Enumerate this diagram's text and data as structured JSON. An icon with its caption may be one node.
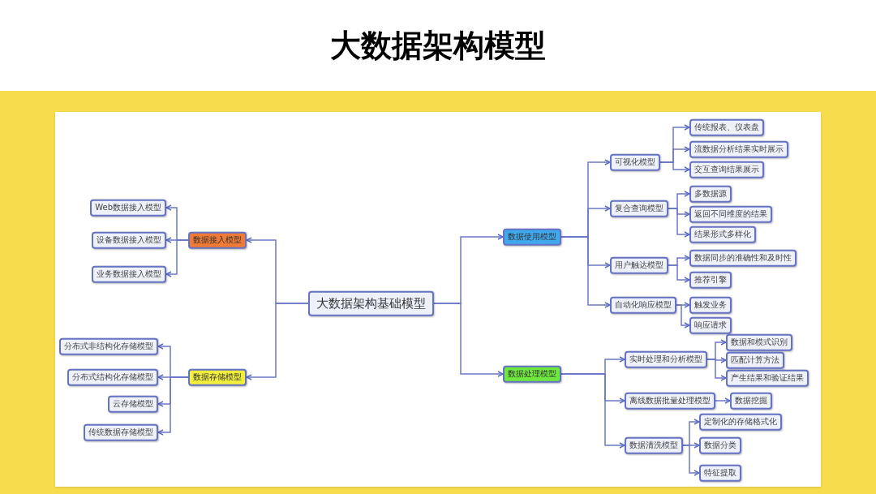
{
  "diagram": {
    "title": "大数据架构模型",
    "nodes": [
      {
        "text": [
          "大数据架构基础模型"
        ]
      },
      {
        "text": [
          "数据接入模型"
        ]
      },
      {
        "text": [
          "Web数据接入模型"
        ]
      },
      {
        "text": [
          "设备数据接入模型"
        ]
      },
      {
        "text": [
          "业务数据接入模型"
        ]
      },
      {
        "text": [
          "数据存储模型"
        ]
      },
      {
        "text": [
          "分布式非结构化存储模型"
        ]
      },
      {
        "text": [
          "分布式结构化存储模型"
        ]
      },
      {
        "text": [
          "云存储模型"
        ]
      },
      {
        "text": [
          "传统数据存储模型"
        ]
      },
      {
        "text": [
          "数据使用模型"
        ]
      },
      {
        "text": [
          "可视化模型"
        ]
      },
      {
        "text": [
          "传统报表、仪表盘"
        ]
      },
      {
        "text": [
          "流数据分析结果实时展示"
        ]
      },
      {
        "text": [
          "交互查询结果展示"
        ]
      },
      {
        "text": [
          "复合查询模型"
        ]
      },
      {
        "text": [
          "多数据源"
        ]
      },
      {
        "text": [
          "返回不同维度的结果"
        ]
      },
      {
        "text": [
          "结果形式多样化"
        ]
      },
      {
        "text": [
          "用户触达模型"
        ]
      },
      {
        "text": [
          "数据同步的准确性和及时性"
        ]
      },
      {
        "text": [
          "推荐引擎"
        ]
      },
      {
        "text": [
          "自动化响应模型"
        ]
      },
      {
        "text": [
          "触发业务"
        ]
      },
      {
        "text": [
          "响应请求"
        ]
      },
      {
        "text": [
          "数据处理模型"
        ]
      },
      {
        "text": [
          "实时处理和分析模型"
        ]
      },
      {
        "text": [
          "数据和模式识别"
        ]
      },
      {
        "text": [
          "匹配计算方法"
        ]
      },
      {
        "text": [
          "产生结果和验证结果"
        ]
      },
      {
        "text": [
          "离线数据批量处理模型"
        ]
      },
      {
        "text": [
          "数据挖掘"
        ]
      },
      {
        "text": [
          "数据清洗模型"
        ]
      },
      {
        "text": [
          "定制化的存储格式化"
        ]
      },
      {
        "text": [
          "数据分类"
        ]
      },
      {
        "text": [
          "特征提取"
        ]
      }
    ],
    "edges": [
      {
        "from": 0,
        "to": 1,
        "arrow": "to"
      },
      {
        "from": 1,
        "to": 2,
        "arrow": "to"
      },
      {
        "from": 1,
        "to": 3,
        "arrow": "to"
      },
      {
        "from": 1,
        "to": 4,
        "arrow": "to"
      },
      {
        "from": 0,
        "to": 5,
        "arrow": "to"
      },
      {
        "from": 5,
        "to": 6,
        "arrow": "to"
      },
      {
        "from": 5,
        "to": 7,
        "arrow": "to"
      },
      {
        "from": 5,
        "to": 8,
        "arrow": "to"
      },
      {
        "from": 5,
        "to": 9,
        "arrow": "to"
      },
      {
        "from": 0,
        "to": 10,
        "arrow": "to"
      },
      {
        "from": 10,
        "to": 11,
        "arrow": "to"
      },
      {
        "from": 11,
        "to": 12,
        "arrow": "to"
      },
      {
        "from": 11,
        "to": 13,
        "arrow": "to"
      },
      {
        "from": 11,
        "to": 14,
        "arrow": "to"
      },
      {
        "from": 10,
        "to": 15,
        "arrow": "to"
      },
      {
        "from": 15,
        "to": 16,
        "arrow": "to"
      },
      {
        "from": 15,
        "to": 17,
        "arrow": "to"
      },
      {
        "from": 15,
        "to": 18,
        "arrow": "to"
      },
      {
        "from": 10,
        "to": 19,
        "arrow": "to"
      },
      {
        "from": 19,
        "to": 20,
        "arrow": "to"
      },
      {
        "from": 19,
        "to": 21,
        "arrow": "to"
      },
      {
        "from": 10,
        "to": 22,
        "arrow": "to"
      },
      {
        "from": 22,
        "to": 23,
        "arrow": "to"
      },
      {
        "from": 22,
        "to": 24,
        "arrow": "to"
      },
      {
        "from": 0,
        "to": 25,
        "arrow": "to"
      },
      {
        "from": 25,
        "to": 26,
        "arrow": "to"
      },
      {
        "from": 26,
        "to": 27,
        "arrow": "to"
      },
      {
        "from": 26,
        "to": 28,
        "arrow": "to"
      },
      {
        "from": 26,
        "to": 29,
        "arrow": "to"
      },
      {
        "from": 25,
        "to": 30,
        "arrow": "to"
      },
      {
        "from": 30,
        "to": 31,
        "arrow": "to"
      },
      {
        "from": 25,
        "to": 32,
        "arrow": "to"
      },
      {
        "from": 32,
        "to": 33,
        "arrow": "to"
      },
      {
        "from": 32,
        "to": 34,
        "arrow": "to"
      },
      {
        "from": 32,
        "to": 35,
        "arrow": "to"
      }
    ]
  }
}
